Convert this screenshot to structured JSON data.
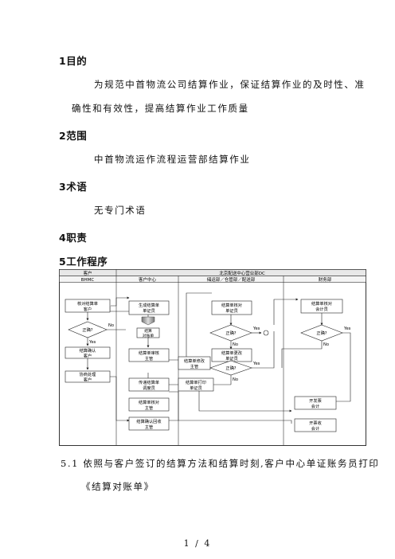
{
  "sections": {
    "s1_title": "1目的",
    "s1_line1": "为规范中首物流公司结算作业，保证结算作业的及时性、准",
    "s1_line2": "确性和有效性，提高结算作业工作质量",
    "s2_title": "2范围",
    "s2_text": "中首物流运作流程运营部结算作业",
    "s3_title": "3术语",
    "s3_text": "无专门术语",
    "s4_title": "4职责",
    "s5_title": "5工作程序"
  },
  "flow": {
    "header_customer": "客户",
    "header_center": "北京配送中心营业部DC",
    "lane_bhmc": "BHMC",
    "lane_service": "客户中心",
    "lane_ops": "储运部／仓管部／配送部",
    "lane_finance": "财务部",
    "yes": "Yes",
    "no": "No",
    "n1a": "核对结算单",
    "n1b": "客户",
    "d_correct": "正确?",
    "n2a": "结算确认",
    "n2b": "客户",
    "n3a": "协商处理",
    "n3b": "客户",
    "n4a": "生成结算单",
    "n4b": "单证员",
    "n5a": "结算",
    "n5b": "对账单",
    "n6a": "结算单审核",
    "n6b": "主管",
    "n7a": "传递结算单",
    "n7b": "调度员",
    "n8a": "结算单核对",
    "n8b": "主管",
    "n9a": "结算确认回收",
    "n9b": "主管",
    "n10a": "结算单修改",
    "n10b": "主管",
    "n11a": "结算单打印",
    "n11b": "单证员",
    "n12a": "结算单核对",
    "n12b": "单证员",
    "n13a": "结算单更改",
    "n13b": "单证员",
    "n14a": "结算单核对",
    "n14b": "会计员",
    "n15a": "开发票",
    "n15b": "会计",
    "n16a": "开票收",
    "n16b": "会计"
  },
  "para_5_1_line1": "5.1 依照与客户签订的结算方法和结算时刻,客户中心单证账务员打印",
  "para_5_1_line2": "《结算对账单》",
  "page_number": "1 / 4"
}
